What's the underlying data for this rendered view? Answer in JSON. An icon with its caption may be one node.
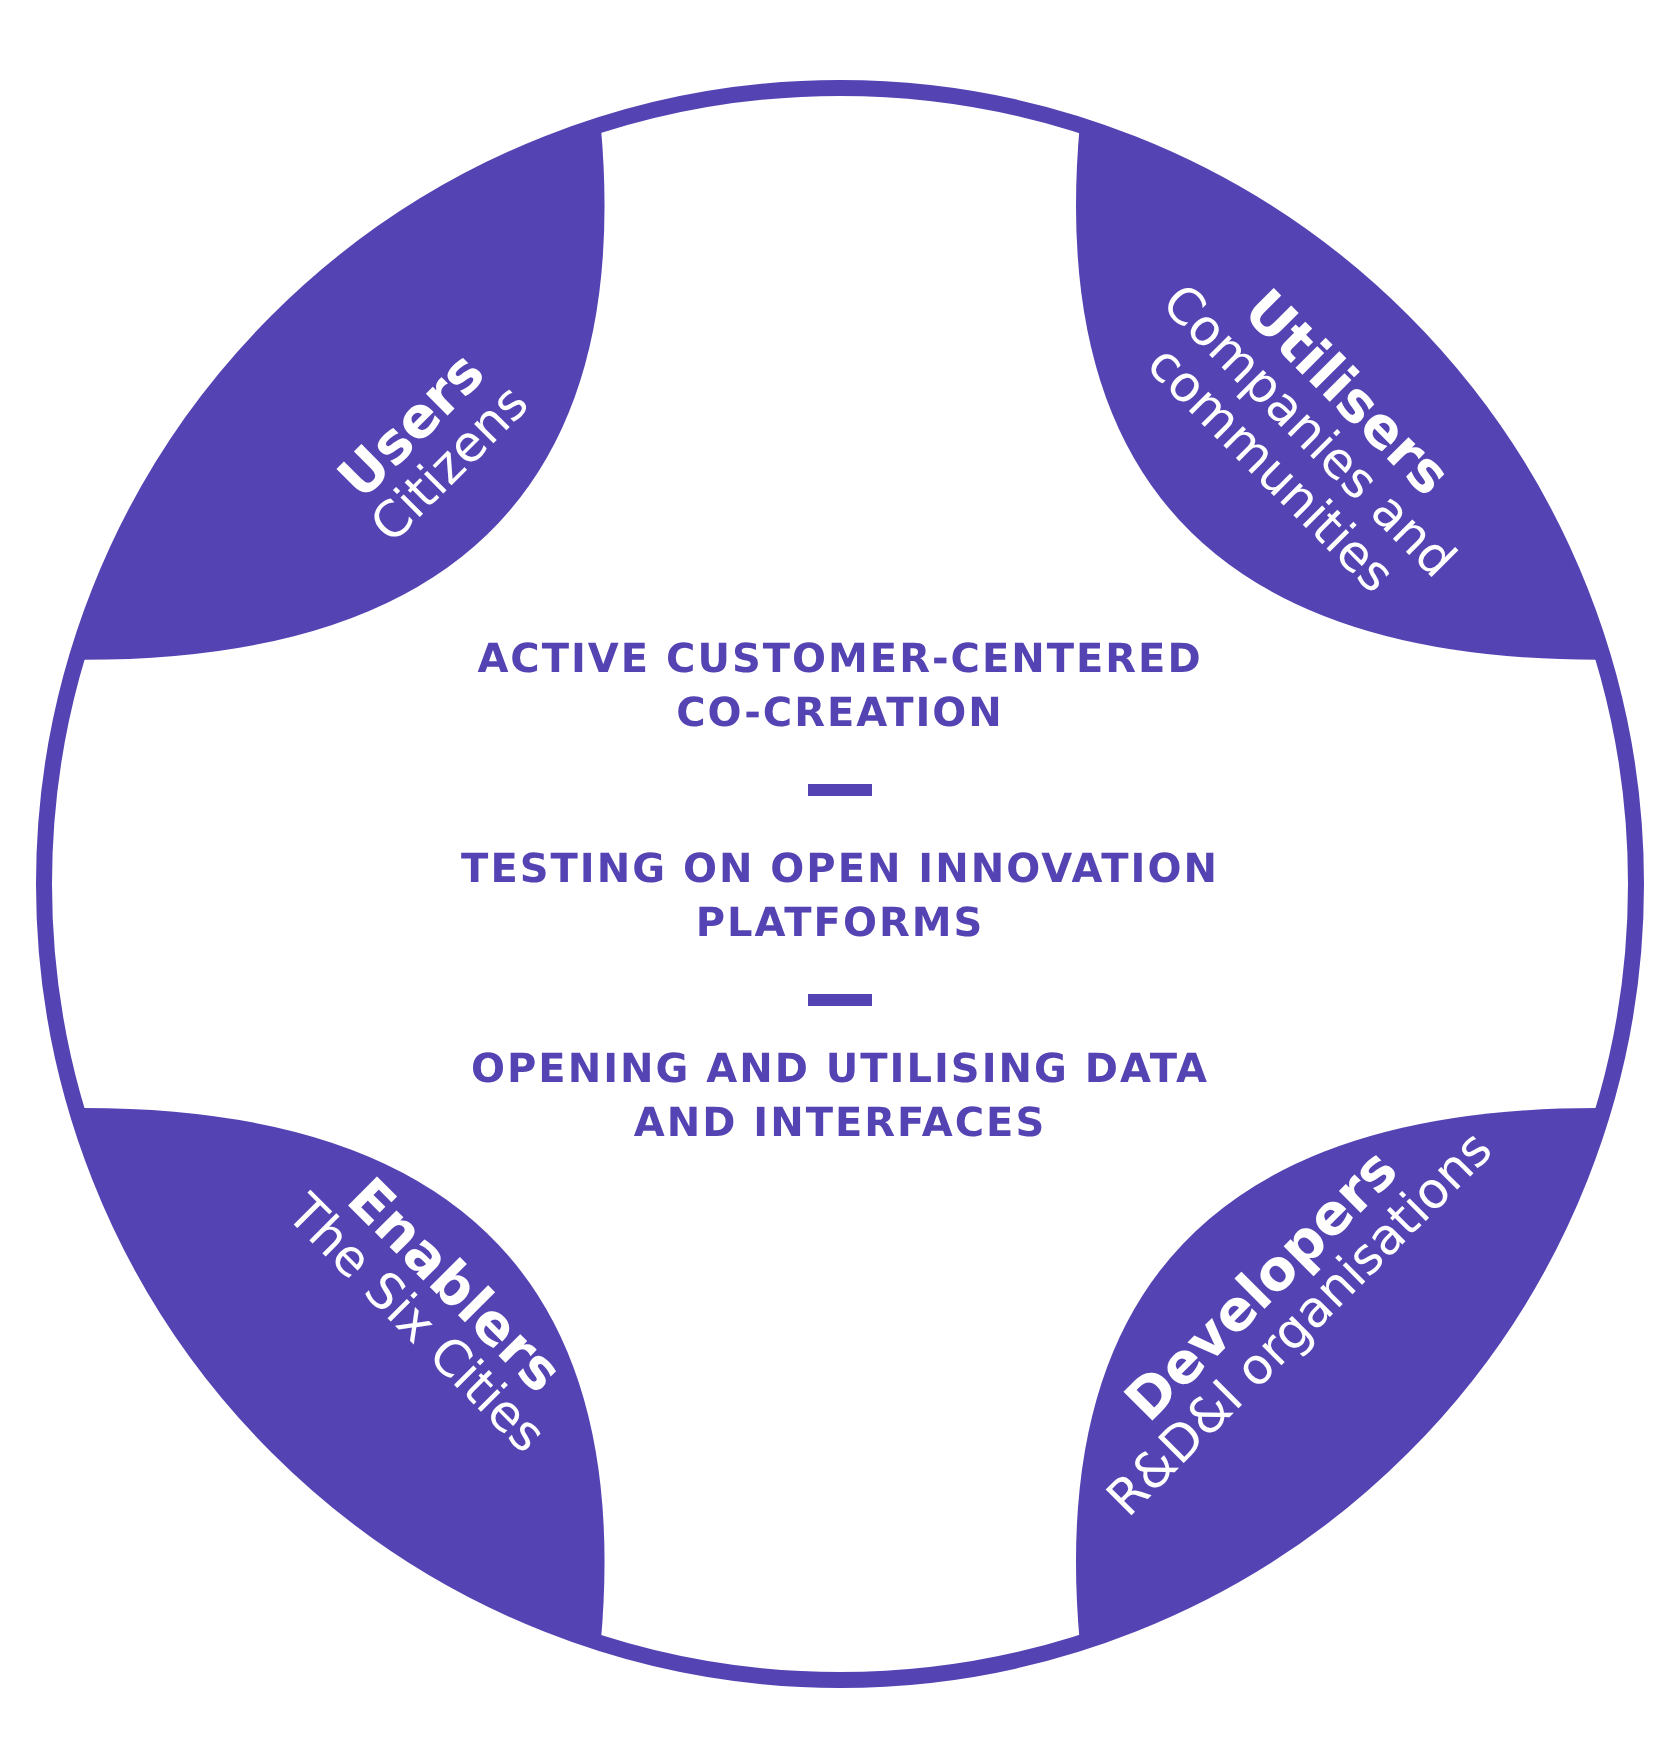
{
  "diagram": {
    "nodes": [
      {
        "text": [
          "Users",
          "Citizens"
        ]
      },
      {
        "text": [
          "Utilisers",
          "Companies and communities"
        ]
      },
      {
        "text": [
          "Enablers",
          "The Six Cities"
        ]
      },
      {
        "text": [
          "Developers",
          "R&D&I organisations"
        ]
      }
    ],
    "labels": [
      "ACTIVE CUSTOMER-CENTERED CO-CREATION",
      "TESTING ON OPEN INNOVATION PLATFORMS",
      "OPENING AND UTILISING DATA AND INTERFACES"
    ]
  }
}
